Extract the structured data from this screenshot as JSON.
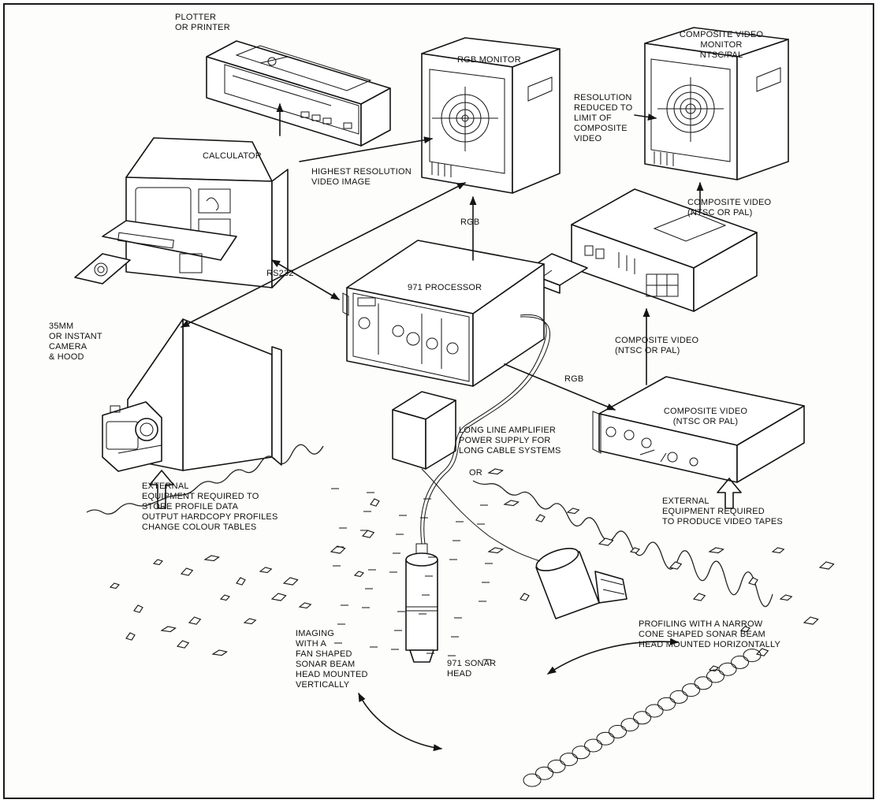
{
  "labels": {
    "plotter": "PLOTTER\nOR PRINTER",
    "calculator": "CALCULATOR",
    "rgb_monitor": "RGB MONITOR",
    "composite_monitor": "COMPOSITE VIDEO\nMONITOR\nNTSC/PAL",
    "resolution_reduced": "RESOLUTION\nREDUCED TO\nLIMIT OF\nCOMPOSITE\nVIDEO",
    "highest_resolution": "HIGHEST RESOLUTION\nVIDEO IMAGE",
    "rgb_top": "RGB",
    "composite_video_top": "COMPOSITE VIDEO\n(NTSC OR PAL)",
    "rs232": "RS232",
    "processor": "971 PROCESSOR",
    "camera": "35MM\nOR INSTANT\nCAMERA\n& HOOD",
    "composite_video_mid": "COMPOSITE VIDEO\n(NTSC OR PAL)",
    "rgb_mid": "RGB",
    "encoder": "COMPOSITE VIDEO\n(NTSC OR PAL)",
    "amplifier": "LONG LINE AMPLIFIER\nPOWER SUPPLY FOR\nLONG CABLE SYSTEMS",
    "or": "OR",
    "external_left": "EXTERNAL\nEQUIPMENT REQUIRED TO\nSTORE PROFILE DATA\nOUTPUT HARDCOPY PROFILES\nCHANGE COLOUR TABLES",
    "external_right": "EXTERNAL\nEQUIPMENT REQUIRED\nTO PRODUCE VIDEO TAPES",
    "imaging": "IMAGING\nWITH A\nFAN SHAPED\nSONAR BEAM\nHEAD MOUNTED\nVERTICALLY",
    "sonar_head": "971 SONAR\nHEAD",
    "profiling": "PROFILING WITH A NARROW\nCONE SHAPED SONAR BEAM\nHEAD MOUNTED HORIZONTALLY"
  },
  "colors": {
    "ink": "#141414",
    "paper": "#fdfdfb"
  }
}
